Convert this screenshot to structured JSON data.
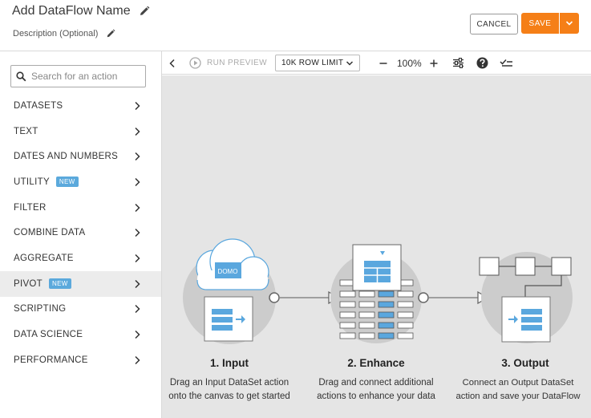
{
  "header": {
    "title": "Add DataFlow Name",
    "description": "Description (Optional)",
    "cancel_label": "CANCEL",
    "save_label": "SAVE"
  },
  "sidebar": {
    "search_placeholder": "Search for an action",
    "items": [
      {
        "label": "DATASETS",
        "badge": ""
      },
      {
        "label": "TEXT",
        "badge": ""
      },
      {
        "label": "DATES AND NUMBERS",
        "badge": ""
      },
      {
        "label": "UTILITY",
        "badge": "NEW"
      },
      {
        "label": "FILTER",
        "badge": ""
      },
      {
        "label": "COMBINE DATA",
        "badge": ""
      },
      {
        "label": "AGGREGATE",
        "badge": ""
      },
      {
        "label": "PIVOT",
        "badge": "NEW"
      },
      {
        "label": "SCRIPTING",
        "badge": ""
      },
      {
        "label": "DATA SCIENCE",
        "badge": ""
      },
      {
        "label": "PERFORMANCE",
        "badge": ""
      }
    ],
    "active_item": "PIVOT"
  },
  "toolbar": {
    "run_preview_label": "RUN PREVIEW",
    "row_limit_label": "10K ROW LIMIT",
    "zoom_level": "100%"
  },
  "steps": [
    {
      "title": "1. Input",
      "line1": "Drag an Input DataSet action",
      "line2": "onto the canvas to get started"
    },
    {
      "title": "2. Enhance",
      "line1": "Drag and connect additional",
      "line2": "actions to enhance your data"
    },
    {
      "title": "3. Output",
      "line1": "Connect an Output DataSet",
      "line2": "action and save your DataFlow"
    }
  ],
  "logo_text": "DOMO",
  "colors": {
    "accent_orange": "#f57f17",
    "badge_blue": "#5ba9dc",
    "canvas_bg": "#e5e5e5",
    "illustration_blue": "#5aa7de"
  }
}
